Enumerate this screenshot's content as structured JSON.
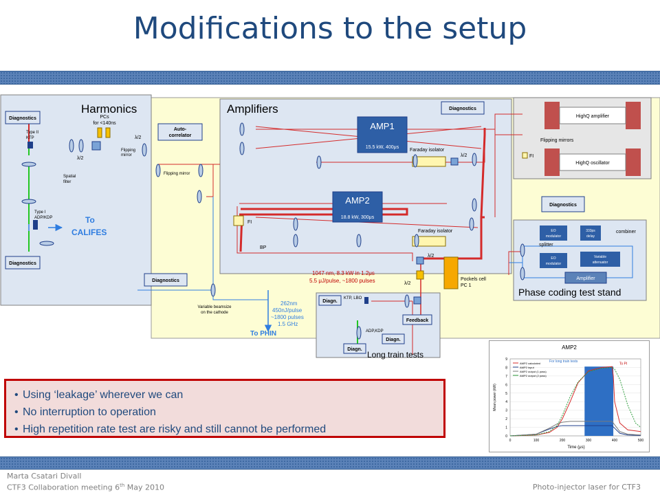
{
  "slide": {
    "title": "Modifications to the setup",
    "footer": {
      "author": "Marta Csatari Divall",
      "meeting_prefix": "CTF3 Collaboration meeting 6",
      "meeting_sup": "th",
      "meeting_suffix": " May 2010",
      "right": "Photo-injector laser for CTF3"
    }
  },
  "diagram": {
    "harmonics": {
      "title": "Harmonics",
      "diagnostics_top": "Diagnostics",
      "diagnostics_bottom": "Diagnostics",
      "type2": "Type II",
      "ktp": "KTP",
      "pcs_line1": "PCs",
      "pcs_line2": "for <140ns",
      "lambda2_a": "λ/2",
      "lambda2_b": "λ/2",
      "flipping_mirror_line1": "Flipping",
      "flipping_mirror_line2": "mirror",
      "spatial_line1": "Spatial",
      "spatial_line2": "filter",
      "type1": "Type I",
      "adp": "ADP/KDP",
      "to_line1": "To",
      "to_line2": "CALIFES"
    },
    "middle": {
      "autocorr_line1": "Auto-",
      "autocorr_line2": "correlator",
      "flipping_mirror": "Flipping mirror",
      "diagnostics": "Diagnostics",
      "beamsize_line1": "Variable beamsize",
      "beamsize_line2": "on the cathode",
      "phin1": "262nm",
      "phin2": "450nJ/pulse",
      "phin3": "~1800 pulses",
      "phin4": "1.5 GHz",
      "to_phin": "To PHIN"
    },
    "amplifiers": {
      "title": "Amplifiers",
      "diagnostics": "Diagnostics",
      "amp1": "AMP1",
      "amp1_spec": "15.5 kW, 400μs",
      "amp2": "AMP2",
      "amp2_spec": "18.8 kW, 300μs",
      "faraday1": "Faraday isolator",
      "faraday2": "Faraday isolator",
      "lambda2_a": "λ/2",
      "lambda2_b": "λ/2",
      "lambda2_c": "λ/2",
      "fi": "FI",
      "bp": "BP",
      "pulse1": "1047 nm, 8.3 kW in 1.2μs",
      "pulse2": "5.5 μJ/pulse, ~1800 pulses",
      "pockels1": "Pockels cell",
      "pockels2": "PC 1"
    },
    "highq": {
      "amplifier": "HighQ amplifier",
      "oscillator": "HighQ oscillator",
      "flipping": "Flipping mirrors",
      "fi": "FI",
      "diagnostics": "Diagnostics"
    },
    "phase": {
      "title": "Phase coding test stand",
      "eo1_line1": "EO",
      "eo1_line2": "modulator",
      "delay_line1": "333ps",
      "delay_line2": "delay",
      "combiner": "combiner",
      "splitter": "splitter",
      "eo2_line1": "EO",
      "eo2_line2": "modulator",
      "att_line1": "Variable",
      "att_line2": "attenuator",
      "amplifier": "Amplifier"
    },
    "longtrain": {
      "title": "Long train tests",
      "diagn1": "Diagn.",
      "diagn2": "Diagn.",
      "diagn3": "Diagn.",
      "ktp": "KTP, LBO",
      "feedback": "Feedback",
      "adp": "ADP,KDP"
    }
  },
  "bullets": [
    "Using ‘leakage’ wherever we can",
    "No interruption to operation",
    "High repetition rate test are risky and still cannot be performed"
  ],
  "chart_data": {
    "type": "line",
    "title": "AMP2",
    "xlabel": "Time (μs)",
    "ylabel": "Mean power (kW)",
    "xlim": [
      0,
      500
    ],
    "ylim": [
      0,
      9
    ],
    "xticks": [
      0,
      100,
      200,
      300,
      400,
      500
    ],
    "yticks": [
      0,
      1,
      2,
      3,
      4,
      5,
      6,
      7,
      8,
      9
    ],
    "annotations": [
      "For long train tests",
      "To PI"
    ],
    "shaded_region": [
      285,
      395
    ],
    "legend_position": "top-left",
    "series": [
      {
        "name": "AMP2 calculated",
        "color": "#d42a2a",
        "x": [
          0,
          100,
          150,
          180,
          200,
          230,
          260,
          300,
          350,
          390,
          395,
          400,
          420,
          450,
          500
        ],
        "y": [
          0,
          0.1,
          0.4,
          1.0,
          2.0,
          4.0,
          6.2,
          7.6,
          8.0,
          8.1,
          7.0,
          4.0,
          1.5,
          0.7,
          0.5
        ]
      },
      {
        "name": "AMP2 input",
        "color": "#1f3f8a",
        "x": [
          0,
          100,
          150,
          180,
          200,
          230,
          260,
          300,
          350,
          390,
          400,
          420,
          450,
          500
        ],
        "y": [
          0,
          0.2,
          0.8,
          1.1,
          1.2,
          1.2,
          1.2,
          1.2,
          1.2,
          1.2,
          0.9,
          0.3,
          0.1,
          0.05
        ]
      },
      {
        "name": "AMP2 output (1 pass)",
        "color": "#7a7a7a",
        "x": [
          0,
          100,
          150,
          180,
          200,
          230,
          260,
          300,
          350,
          390,
          400,
          420,
          450,
          500
        ],
        "y": [
          0,
          0.2,
          0.9,
          1.4,
          1.6,
          1.7,
          1.7,
          1.7,
          1.7,
          1.7,
          1.3,
          0.5,
          0.2,
          0.1
        ]
      },
      {
        "name": "AMP2 output (2 pass)",
        "color": "#2e9c3c",
        "x": [
          0,
          100,
          150,
          180,
          200,
          230,
          260,
          300,
          350,
          390,
          400,
          420,
          450,
          480,
          500
        ],
        "y": [
          0,
          0.1,
          0.5,
          1.2,
          2.4,
          4.6,
          6.3,
          7.5,
          7.9,
          8.0,
          7.8,
          6.6,
          3.6,
          1.5,
          1.0
        ]
      }
    ]
  }
}
